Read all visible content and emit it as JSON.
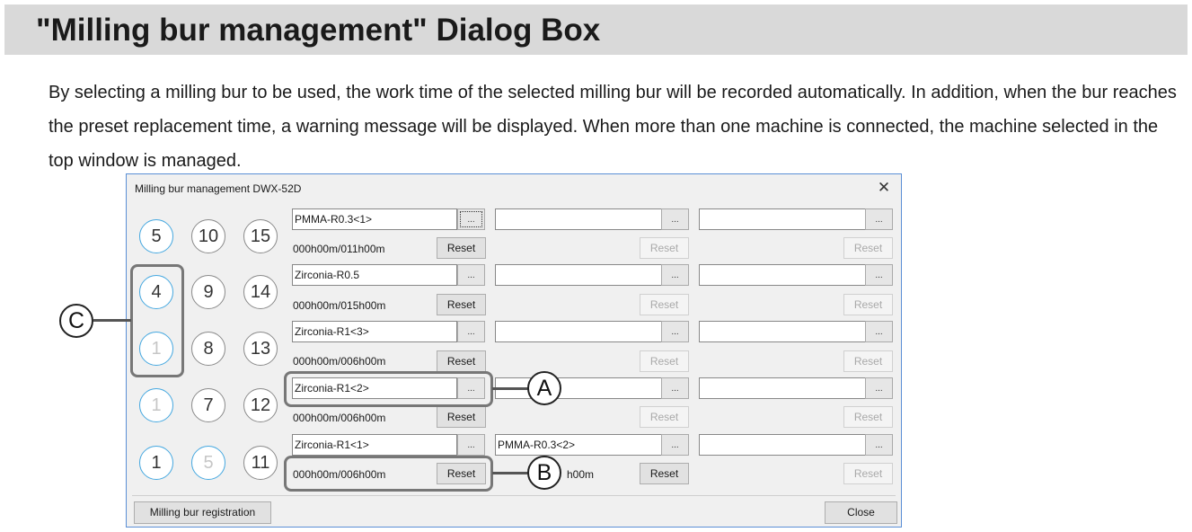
{
  "heading": "\"Milling bur management\" Dialog Box",
  "intro": "By selecting a milling bur to be used, the work time of the selected milling bur will be recorded automatically. In addition, when the bur reaches the preset replacement time, a warning message will be displayed. When more than one machine is connected, the machine selected in the top window is managed.",
  "dialog": {
    "title": "Milling bur management DWX-52D",
    "close_glyph": "✕",
    "tools": [
      "5",
      "10",
      "15",
      "4",
      "9",
      "14",
      "1",
      "8",
      "13",
      "1",
      "7",
      "12",
      "1",
      "5",
      "11"
    ],
    "dots_label": "...",
    "reset_label": "Reset",
    "rows": [
      {
        "c1": {
          "bur": "PMMA-R0.3<1>",
          "time": "000h00m/011h00m"
        },
        "c2": {
          "bur": "",
          "time": ""
        },
        "c3": {
          "bur": "",
          "time": ""
        }
      },
      {
        "c1": {
          "bur": "Zirconia-R0.5",
          "time": "000h00m/015h00m"
        },
        "c2": {
          "bur": "",
          "time": ""
        },
        "c3": {
          "bur": "",
          "time": ""
        }
      },
      {
        "c1": {
          "bur": "Zirconia-R1<3>",
          "time": "000h00m/006h00m"
        },
        "c2": {
          "bur": "",
          "time": ""
        },
        "c3": {
          "bur": "",
          "time": ""
        }
      },
      {
        "c1": {
          "bur": "Zirconia-R1<2>",
          "time": "000h00m/006h00m"
        },
        "c2": {
          "bur": "",
          "time": ""
        },
        "c3": {
          "bur": "",
          "time": ""
        }
      },
      {
        "c1": {
          "bur": "Zirconia-R1<1>",
          "time": "000h00m/006h00m"
        },
        "c2": {
          "bur": "PMMA-R0.3<2>",
          "time": "h00m"
        },
        "c3": {
          "bur": "",
          "time": ""
        }
      }
    ],
    "registration_label": "Milling bur registration",
    "close_label": "Close"
  },
  "callouts": {
    "a": "A",
    "b": "B",
    "c": "C"
  },
  "colors": {
    "heading_bg": "#d9d9d9",
    "dialog_border": "#5b8fd6",
    "active_tool": "#45a8e0",
    "callout": "#777777"
  }
}
